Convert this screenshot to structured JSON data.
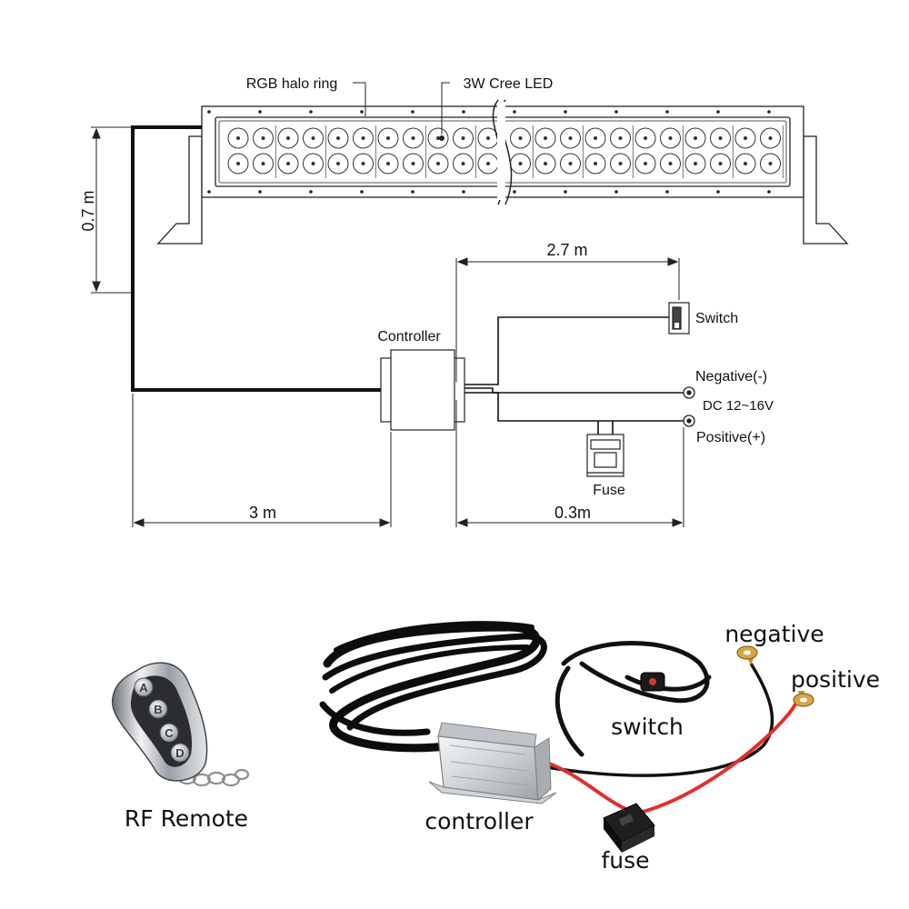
{
  "diagram": {
    "labels": {
      "halo_ring": "RGB halo ring",
      "cree_led": "3W Cree LED",
      "height": "0.7 m",
      "harness_length": "2.7 m",
      "switch": "Switch",
      "controller": "Controller",
      "negative": "Negative(-)",
      "voltage": "DC 12~16V",
      "positive": "Positive(+)",
      "fuse": "Fuse",
      "bar_lead": "3 m",
      "power_lead": "0.3m"
    }
  },
  "photo": {
    "labels": {
      "remote": "RF Remote",
      "negative": "negative",
      "positive": "positive",
      "switch": "switch",
      "controller": "controller",
      "fuse": "fuse"
    },
    "remote_buttons": [
      "A",
      "B",
      "C",
      "D"
    ]
  },
  "colors": {
    "line": "#111111",
    "red_wire": "#e0302c",
    "terminal": "#c9922e",
    "aluminum": "#d8dadc"
  }
}
